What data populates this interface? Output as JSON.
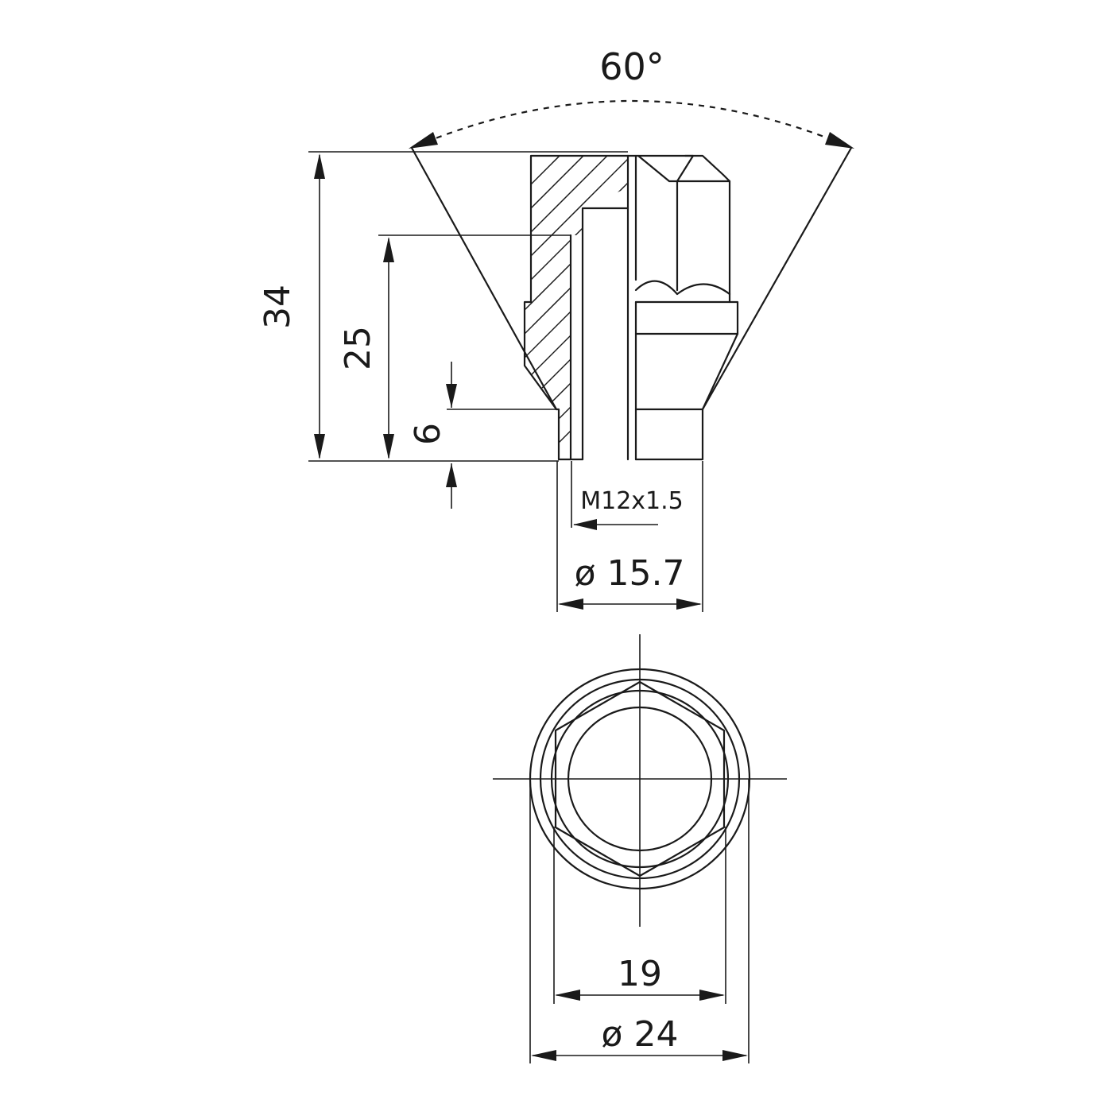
{
  "dimensions": {
    "cone_angle": "60°",
    "total_height": "34",
    "thread_depth": "25",
    "seat_height": "6",
    "thread_spec": "M12x1.5",
    "seat_diameter": "ø 15.7",
    "hex_size": "19",
    "outer_diameter": "ø 24"
  }
}
